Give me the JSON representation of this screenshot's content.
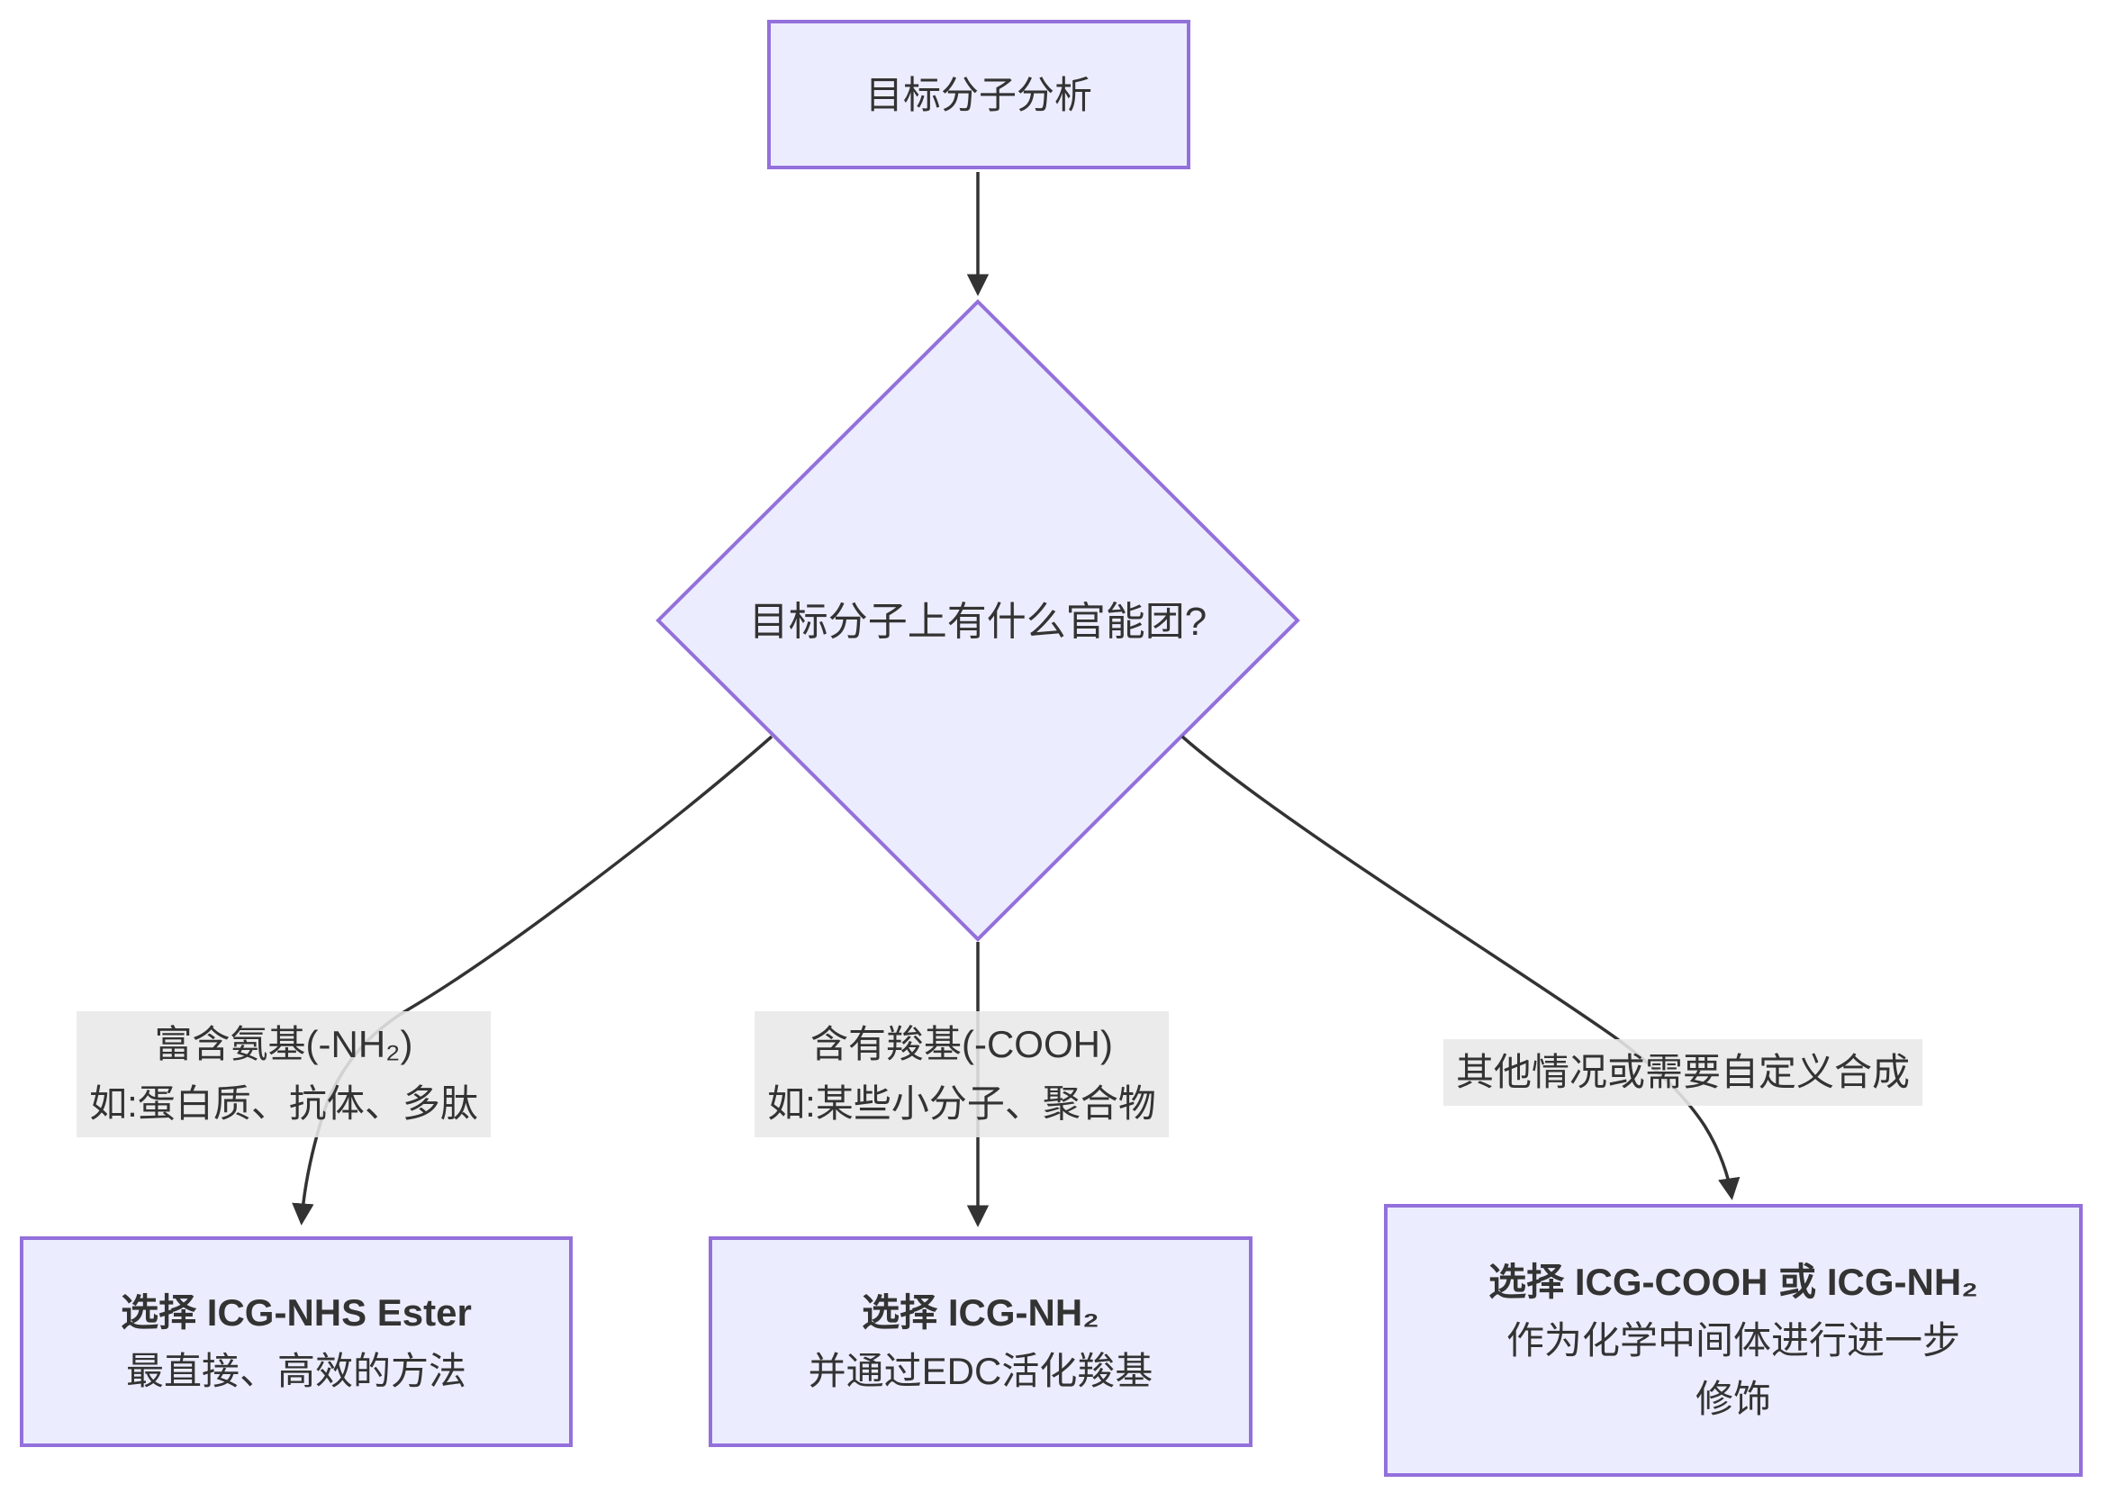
{
  "diagram": {
    "nodes": {
      "start": {
        "lines": [
          "目标分子分析"
        ]
      },
      "decision": {
        "lines": [
          "目标分子上有什么官能团?"
        ]
      },
      "nhs_ester": {
        "lines": [
          "选择 ICG-NHS Ester",
          "最直接、高效的方法"
        ]
      },
      "icg_nh2": {
        "lines": [
          "选择 ICG-NH₂",
          "并通过EDC活化羧基"
        ]
      },
      "custom": {
        "lines": [
          "选择 ICG-COOH 或 ICG-NH₂",
          "作为化学中间体进行进一步",
          "修饰"
        ]
      }
    },
    "edge_labels": {
      "amine": {
        "lines": [
          "富含氨基(-NH₂)",
          "如:蛋白质、抗体、多肽"
        ]
      },
      "carboxyl": {
        "lines": [
          "含有羧基(-COOH)",
          "如:某些小分子、聚合物"
        ]
      },
      "other": {
        "lines": [
          "其他情况或需要自定义合成"
        ]
      }
    },
    "colors": {
      "node_fill": "#ECECFF",
      "node_border": "#9370DB",
      "edge_line": "#333333",
      "edge_label_bg": "#e8e8e8",
      "text": "#333333"
    }
  }
}
